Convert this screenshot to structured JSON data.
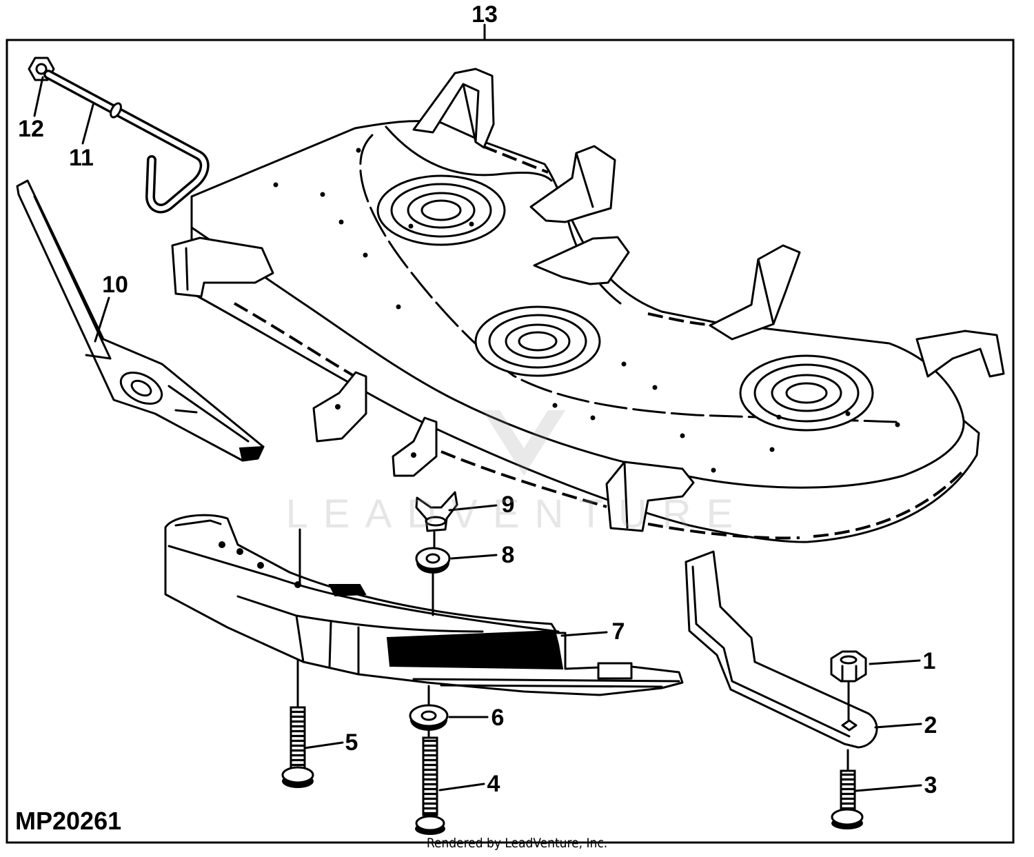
{
  "assembly_callout": "13",
  "callouts": [
    "1",
    "2",
    "3",
    "4",
    "5",
    "6",
    "7",
    "8",
    "9",
    "10",
    "11",
    "12"
  ],
  "figure_id": "MP20261",
  "footer": "Rendered by LeadVenture, Inc.",
  "watermark": "LEADVENTURE",
  "colors": {
    "line": "#000000",
    "background": "#ffffff",
    "watermark": "#9a9a9a"
  }
}
